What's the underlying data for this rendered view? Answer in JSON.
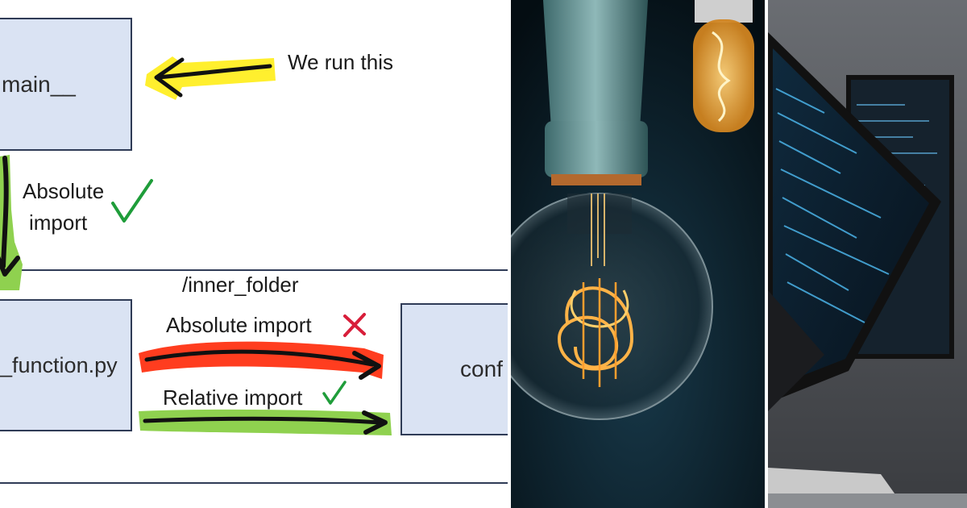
{
  "diagram": {
    "boxes": {
      "main": "main__",
      "function": "_function.py",
      "conf": "conf"
    },
    "folder_label": "/inner_folder",
    "annotations": {
      "run_this": "We run this",
      "absolute_import_ok_line1": "Absolute",
      "absolute_import_ok_line2": "import",
      "absolute_import_bad": "Absolute import",
      "relative_import_ok": "Relative import"
    },
    "marks": {
      "check": "✓",
      "cross": "✗"
    },
    "colors": {
      "box_fill": "#dae3f3",
      "box_border": "#2f3b56",
      "highlight_yellow": "#ffef2e",
      "highlight_green": "#8fd14f",
      "highlight_red": "#ff3d1f",
      "check_green": "#1f9d3a",
      "cross_red": "#d81e3a"
    }
  },
  "photos": {
    "bulb": "light-bulb-photo",
    "laptop": "laptop-code-photo"
  }
}
